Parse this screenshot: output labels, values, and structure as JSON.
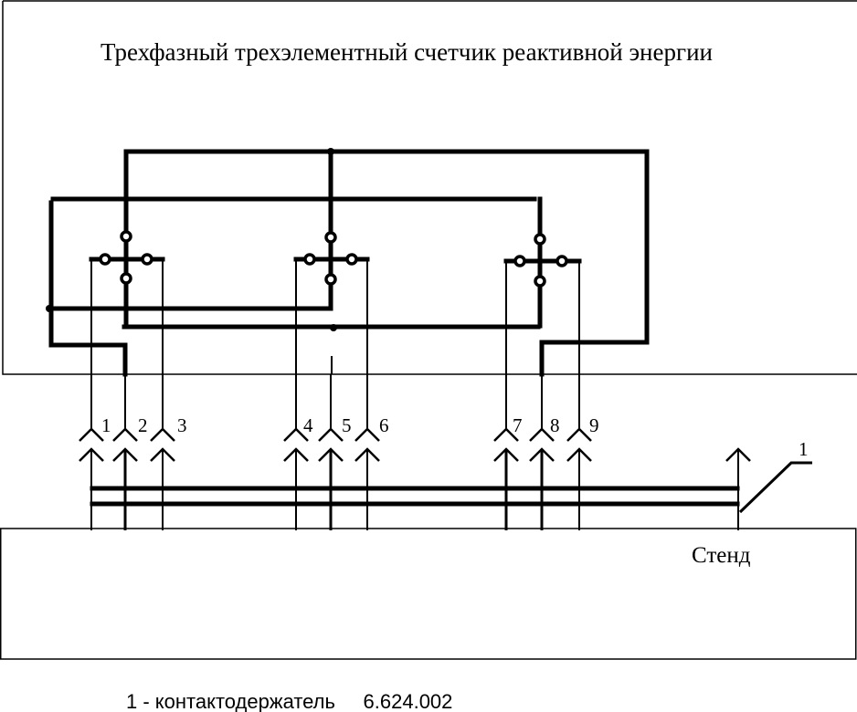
{
  "title": "Трехфазный трехэлементный счетчик реактивной  энергии",
  "meter_box_label": "",
  "stand": {
    "label": "Стенд"
  },
  "terminals": [
    "1",
    "2",
    "3",
    "4",
    "5",
    "6",
    "7",
    "8",
    "9"
  ],
  "holder_callout": "1",
  "legend": {
    "item_number": "1",
    "separator": "-",
    "item_name": "контактодержатель",
    "item_code": "6.624.002",
    "full_text": "1 - контактодержатель     6.624.002"
  },
  "colors": {
    "line": "#000000",
    "background": "#ffffff"
  }
}
